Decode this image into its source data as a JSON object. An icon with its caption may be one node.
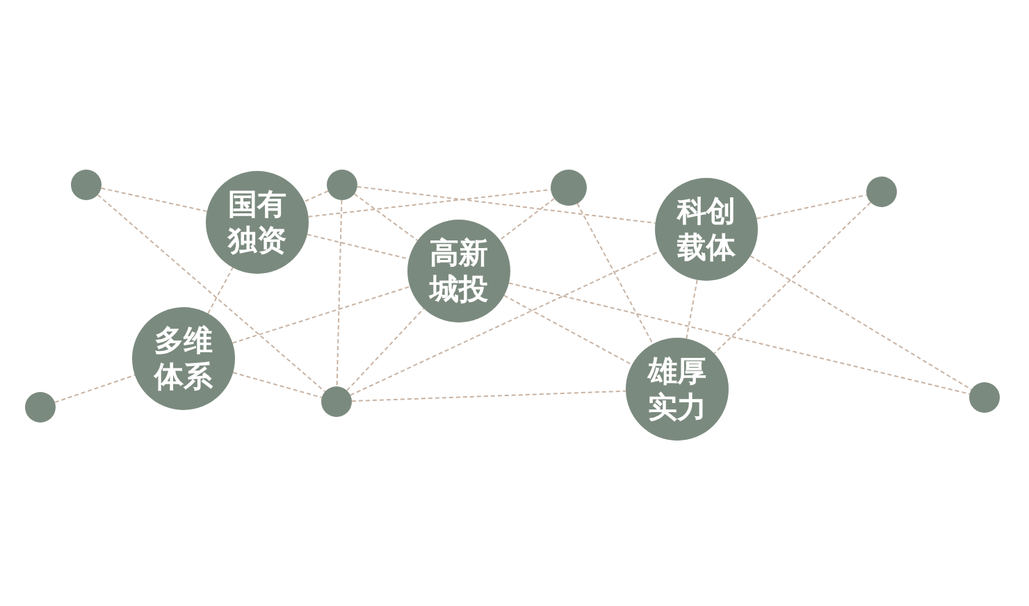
{
  "diagram": {
    "nodes": [
      {
        "text": [],
        "shape": "circle"
      },
      {
        "text": [
          "国有独资"
        ]
      },
      {
        "text": [],
        "shape": "circle"
      },
      {
        "text": [],
        "shape": "circle"
      },
      {
        "text": [
          "科创载体"
        ]
      },
      {
        "text": [],
        "shape": "circle"
      },
      {
        "text": [
          "高新城投"
        ]
      },
      {
        "text": [
          "多维体系"
        ]
      },
      {
        "text": [
          "雄厚实力"
        ]
      },
      {
        "text": [],
        "shape": "circle"
      },
      {
        "text": [],
        "shape": "circle"
      },
      {
        "text": [],
        "shape": "circle"
      }
    ],
    "edges": [
      {
        "from": 0,
        "to": 1,
        "arrow": "none"
      },
      {
        "from": 1,
        "to": 6,
        "arrow": "none"
      },
      {
        "from": 0,
        "to": 10,
        "arrow": "none"
      },
      {
        "from": 2,
        "to": 1,
        "arrow": "none"
      },
      {
        "from": 2,
        "to": 10,
        "arrow": "none"
      },
      {
        "from": 2,
        "to": 6,
        "arrow": "none"
      },
      {
        "from": 2,
        "to": 4,
        "arrow": "none"
      },
      {
        "from": 7,
        "to": 1,
        "arrow": "none"
      },
      {
        "from": 9,
        "to": 7,
        "arrow": "none"
      },
      {
        "from": 7,
        "to": 10,
        "arrow": "none"
      },
      {
        "from": 1,
        "to": 3,
        "arrow": "none"
      },
      {
        "from": 7,
        "to": 6,
        "arrow": "none"
      },
      {
        "from": 10,
        "to": 6,
        "arrow": "none"
      },
      {
        "from": 10,
        "to": 4,
        "arrow": "none"
      },
      {
        "from": 3,
        "to": 6,
        "arrow": "none"
      },
      {
        "from": 3,
        "to": 8,
        "arrow": "none"
      },
      {
        "from": 10,
        "to": 8,
        "arrow": "none"
      },
      {
        "from": 4,
        "to": 11,
        "arrow": "none"
      },
      {
        "from": 4,
        "to": 5,
        "arrow": "none"
      },
      {
        "from": 5,
        "to": 8,
        "arrow": "none"
      },
      {
        "from": 4,
        "to": 8,
        "arrow": "none"
      },
      {
        "from": 6,
        "to": 11,
        "arrow": "none"
      },
      {
        "from": 6,
        "to": 8,
        "arrow": "none"
      }
    ]
  }
}
